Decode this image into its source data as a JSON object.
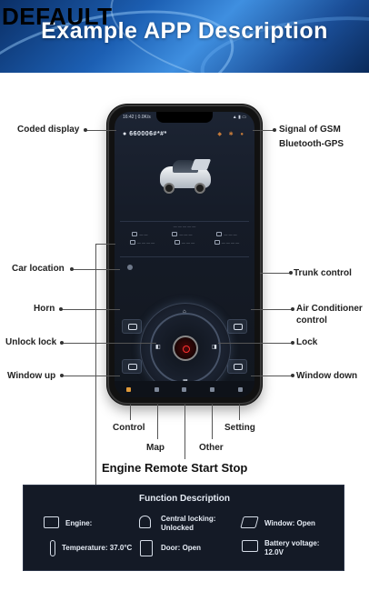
{
  "watermark": "DEFAULT",
  "banner": {
    "title": "Example APP Description"
  },
  "phone": {
    "status_time": "16:42 | 0.0K/s",
    "status_icons": "▲ ▮ ▭",
    "coded_value": "660006#*#*",
    "signal_icons": "◆ ✱ ●"
  },
  "callouts": {
    "coded_display": "Coded display",
    "signal": "Signal of GSM",
    "bluetooth_gps": "Bluetooth-GPS",
    "car_location": "Car location",
    "trunk_control": "Trunk control",
    "horn": "Horn",
    "air_conditioner": "Air Conditioner",
    "ac_control": "control",
    "unlock_lock": "Unlock lock",
    "lock": "Lock",
    "window_up": "Window up",
    "window_down": "Window down",
    "control": "Control",
    "setting": "Setting",
    "map": "Map",
    "other": "Other"
  },
  "engine_label": "Engine Remote Start Stop",
  "function_panel": {
    "title": "Function Description",
    "items": [
      {
        "icon": "engine-icon",
        "label": "Engine:"
      },
      {
        "icon": "unlock-icon",
        "label": "Central locking:",
        "value": "Unlocked"
      },
      {
        "icon": "window-icon",
        "label": "Window:",
        "value": "Open"
      },
      {
        "icon": "thermometer-icon",
        "label": "Temperature:",
        "value": "37.0°C"
      },
      {
        "icon": "car-door-icon",
        "label": "Door:",
        "value": "Open"
      },
      {
        "icon": "battery-icon",
        "label": "Battery voltage:",
        "value": "12.0V"
      }
    ]
  },
  "colors": {
    "accent": "#e09a3a",
    "panel_bg": "#141a26",
    "banner_blue": "#1c5fb3"
  }
}
